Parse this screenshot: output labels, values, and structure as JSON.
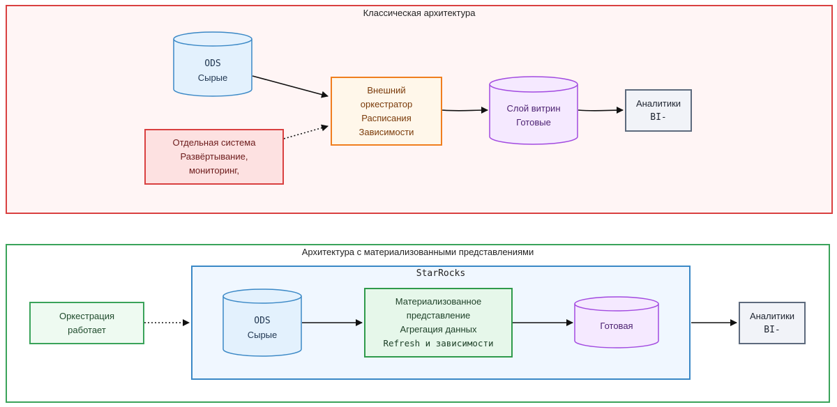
{
  "colors": {
    "classic_border": "#d94040",
    "classic_fill": "#fff5f5",
    "mv_border": "#3aa35a",
    "mv_fill": "#ffffff",
    "starrocks_border": "#3a88c6",
    "starrocks_fill": "#f0f7ff",
    "ods_border": "#3a88c6",
    "ods_fill": "#e3f1fd",
    "orchestrator_border": "#f07e1e",
    "orchestrator_fill": "#fff7ea",
    "separate_border": "#d94040",
    "separate_fill": "#fde1e1",
    "mart_border": "#a24ae0",
    "mart_fill": "#f5e9ff",
    "analytics_border": "#5d6a7d",
    "analytics_fill": "#f1f3f8",
    "mv_node_border": "#2f9a4b",
    "mv_node_fill": "#e6f7ea",
    "orch_works_border": "#3aa35a",
    "orch_works_fill": "#eefaf1"
  },
  "classic": {
    "title": "Классическая архитектура",
    "ods": {
      "line1": "ODS",
      "line2": "Сырые"
    },
    "orchestrator": {
      "line1": "Внешний",
      "line2": "оркестратор",
      "line3": "Расписания",
      "line4": "Зависимости"
    },
    "separate": {
      "line1": "Отдельная система",
      "line2": "Развёртывание,",
      "line3": "мониторинг,"
    },
    "mart": {
      "line1": "Слой витрин",
      "line2": "Готовые"
    },
    "analytics": {
      "line1": "Аналитики",
      "line2": "BI-"
    }
  },
  "mv": {
    "title": "Архитектура с материализованными представлениями",
    "starrocks_title": "StarRocks",
    "orchestration": {
      "line1": "Оркестрация",
      "line2": "работает"
    },
    "ods": {
      "line1": "ODS",
      "line2": "Сырые"
    },
    "mv_node": {
      "line1": "Материализованное",
      "line2": "представление",
      "line3": "Агрегация данных",
      "line4": "Refresh и зависимости"
    },
    "ready": {
      "line1": "Готовая"
    },
    "analytics": {
      "line1": "Аналитики",
      "line2": "BI-"
    }
  }
}
